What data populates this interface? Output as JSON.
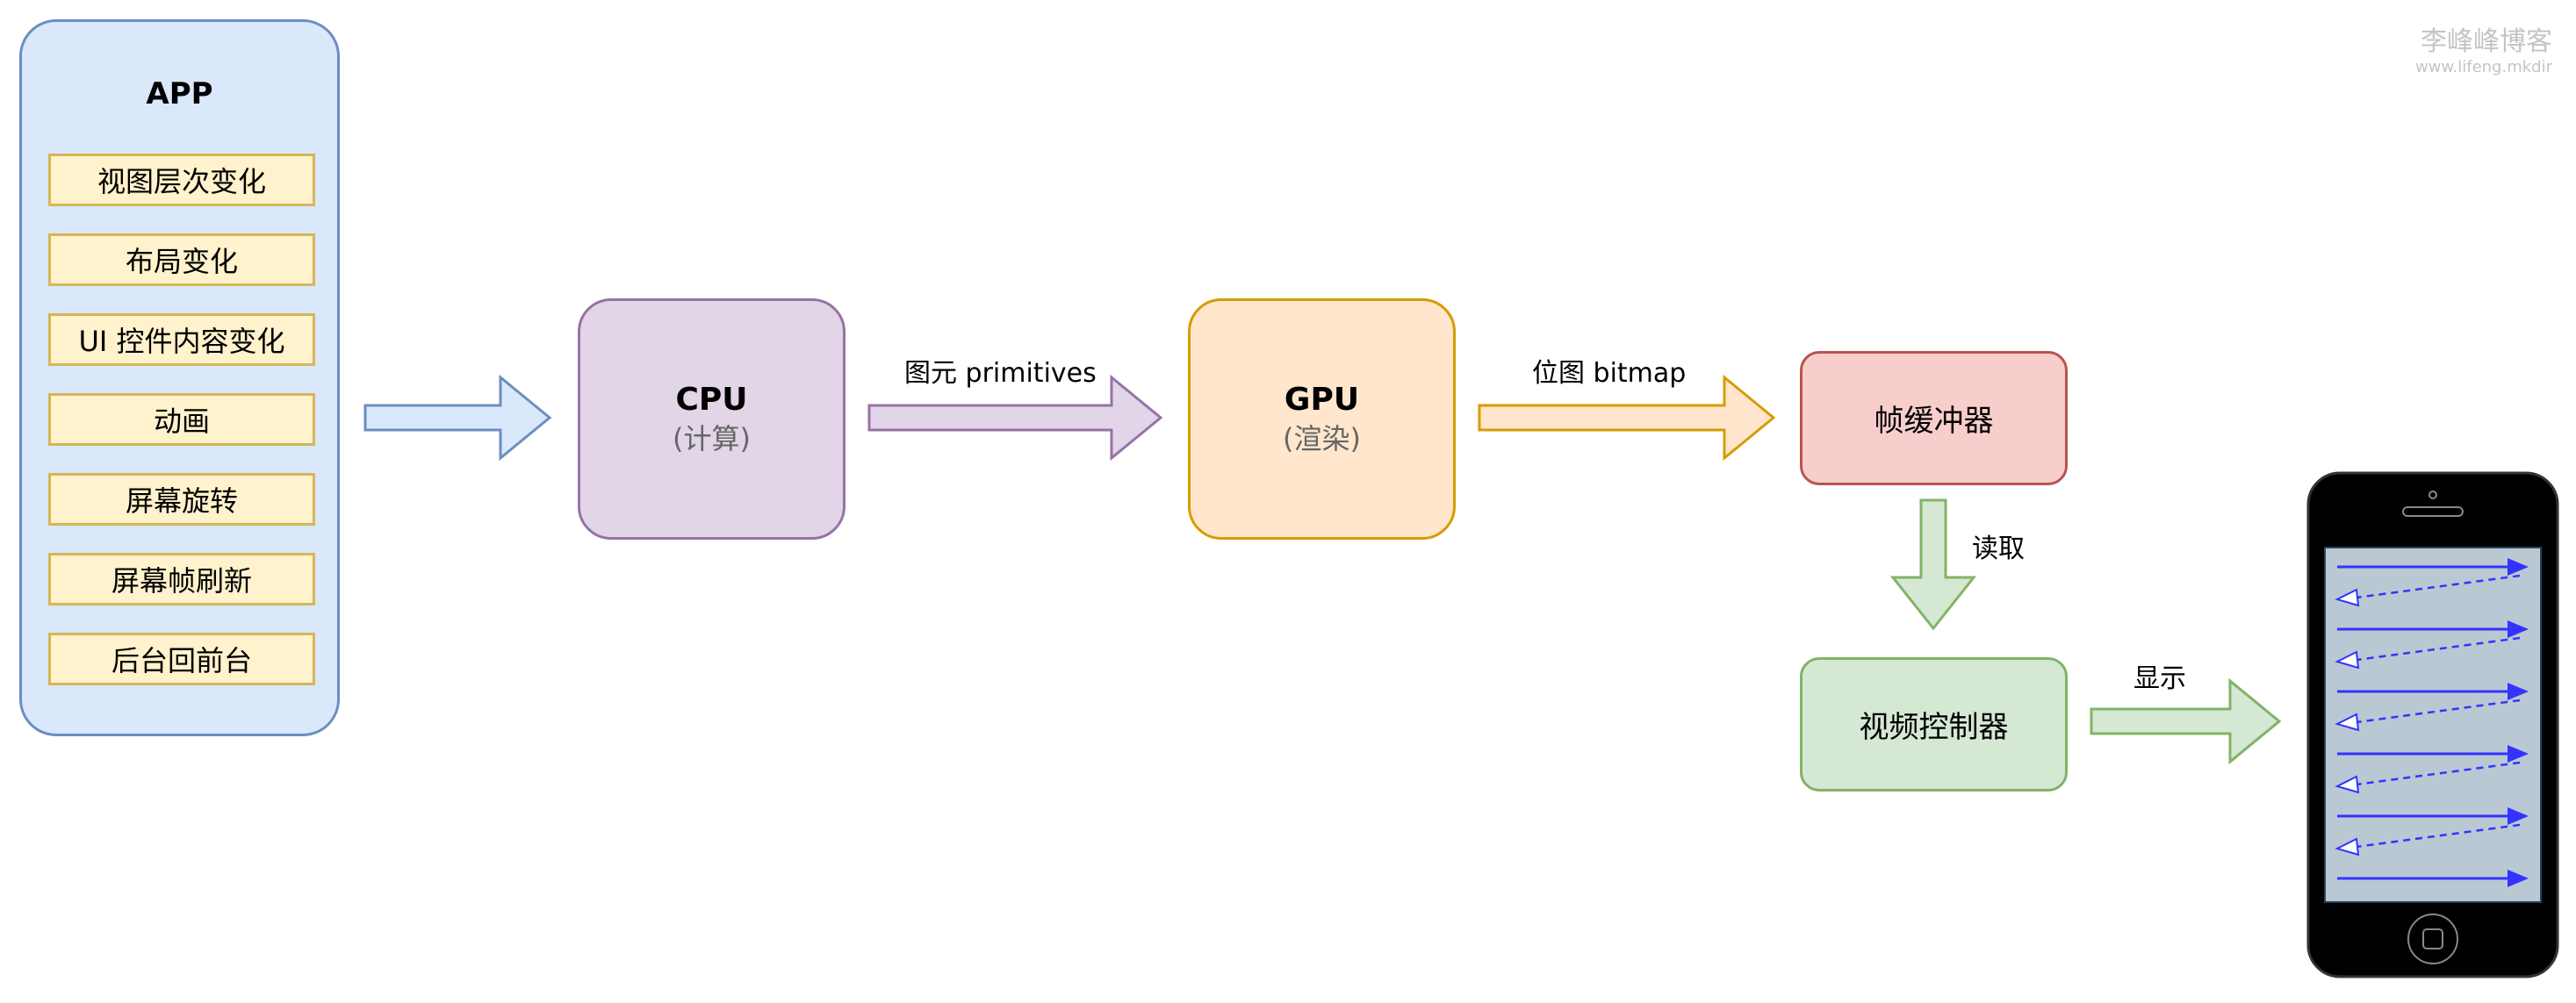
{
  "app": {
    "title": "APP",
    "items": [
      "视图层次变化",
      "布局变化",
      "UI 控件内容变化",
      "动画",
      "屏幕旋转",
      "屏幕帧刷新",
      "后台回前台"
    ]
  },
  "cpu": {
    "title": "CPU",
    "subtitle": "(计算)"
  },
  "gpu": {
    "title": "GPU",
    "subtitle": "(渲染)"
  },
  "framebuffer": {
    "label": "帧缓冲器"
  },
  "video_controller": {
    "label": "视频控制器"
  },
  "edges": {
    "cpu_to_gpu": "图元 primitives",
    "gpu_to_fb": "位图 bitmap",
    "fb_to_vc": "读取",
    "vc_to_screen": "显示"
  },
  "watermark": {
    "name": "李峰峰博客",
    "url": "www.lifeng.mkdir"
  },
  "colors": {
    "app_fill": "#dae8fc",
    "app_stroke": "#6c8ebf",
    "item_fill": "#fff2cc",
    "item_stroke": "#d6b656",
    "cpu_fill": "#e1d5e7",
    "cpu_stroke": "#9673a6",
    "gpu_fill": "#ffe6cc",
    "gpu_stroke": "#d79b00",
    "fb_fill": "#f8cecc",
    "fb_stroke": "#b85450",
    "vc_fill": "#d5e8d4",
    "vc_stroke": "#82b366",
    "scan_line": "#3333ff",
    "screen": "#bac8d3"
  }
}
